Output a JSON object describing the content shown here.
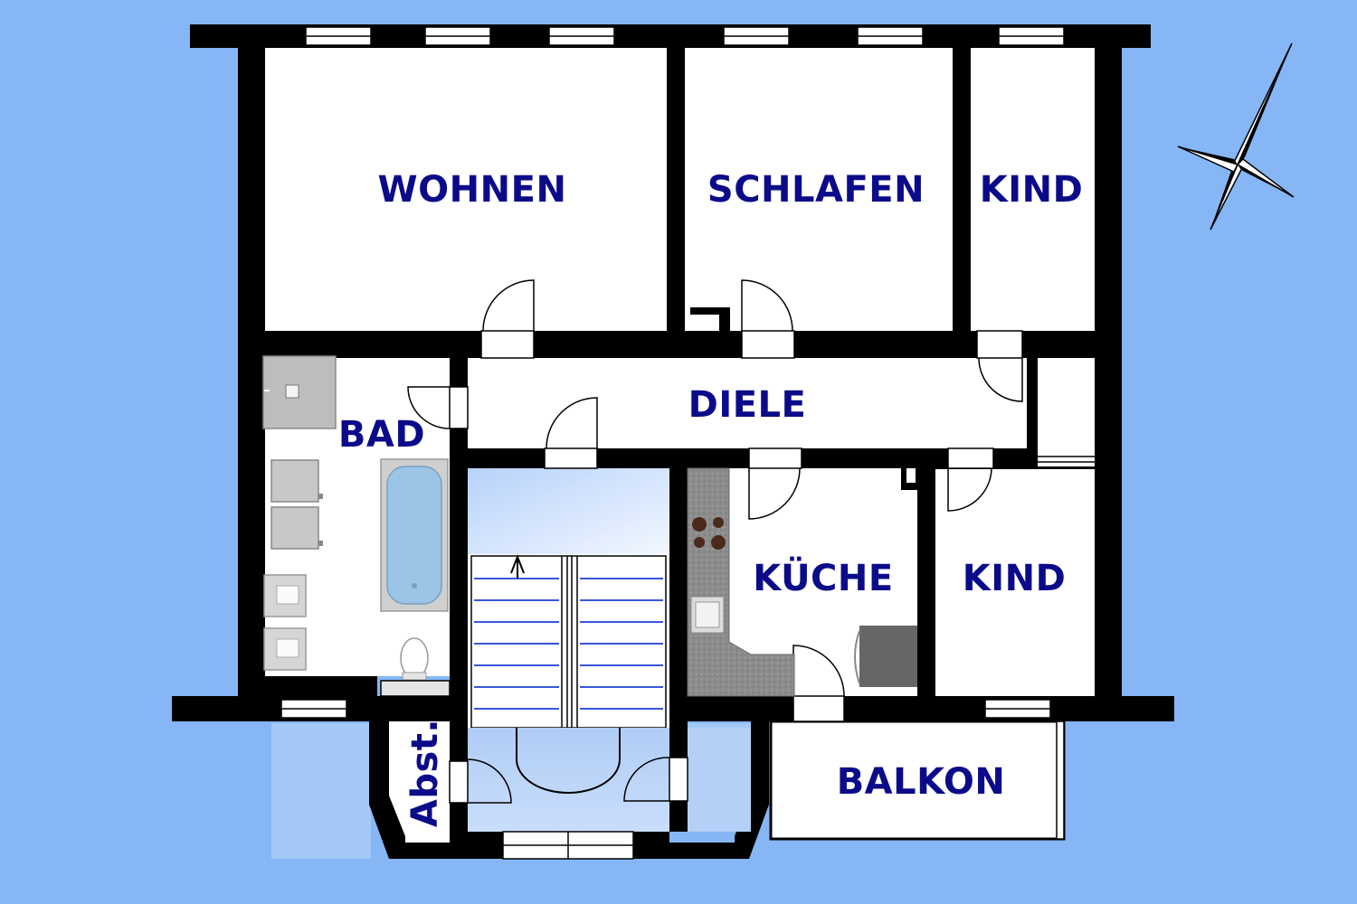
{
  "colors": {
    "background": "#86b6f6",
    "wall": "#000000",
    "floor": "#ffffff",
    "label": "#0b0b8a",
    "counter": "#8a8a8a",
    "fixture": "#b8b8b8",
    "bathtub": "#9cc4e6",
    "stairwell": "#c6dcfa"
  },
  "rooms": {
    "wohnen": "WOHNEN",
    "schlafen": "SCHLAFEN",
    "kind_north": "KIND",
    "diele": "DIELE",
    "bad": "BAD",
    "kueche": "KÜCHE",
    "kind_south": "KIND",
    "balkon": "BALKON",
    "abstellraum": "Abst."
  },
  "icons": {
    "compass": "compass-rose-icon",
    "stairs_arrow": "arrow-up-icon"
  }
}
